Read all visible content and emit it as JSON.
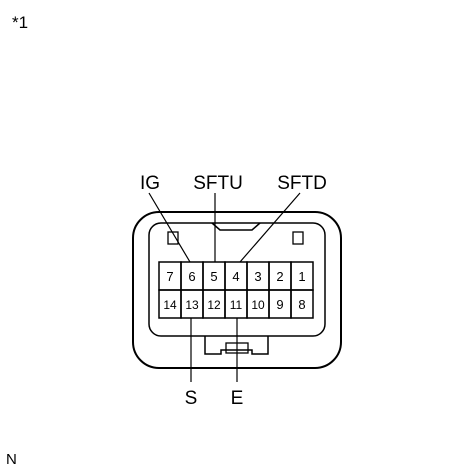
{
  "reference_mark": "*1",
  "view_mark": "N",
  "connector": {
    "top_row_pins": [
      "7",
      "6",
      "5",
      "4",
      "3",
      "2",
      "1"
    ],
    "bottom_row_pins": [
      "14",
      "13",
      "12",
      "11",
      "10",
      "9",
      "8"
    ]
  },
  "terminal_labels": {
    "ig": "IG",
    "sftu": "SFTU",
    "sftd": "SFTD",
    "s": "S",
    "e": "E"
  }
}
